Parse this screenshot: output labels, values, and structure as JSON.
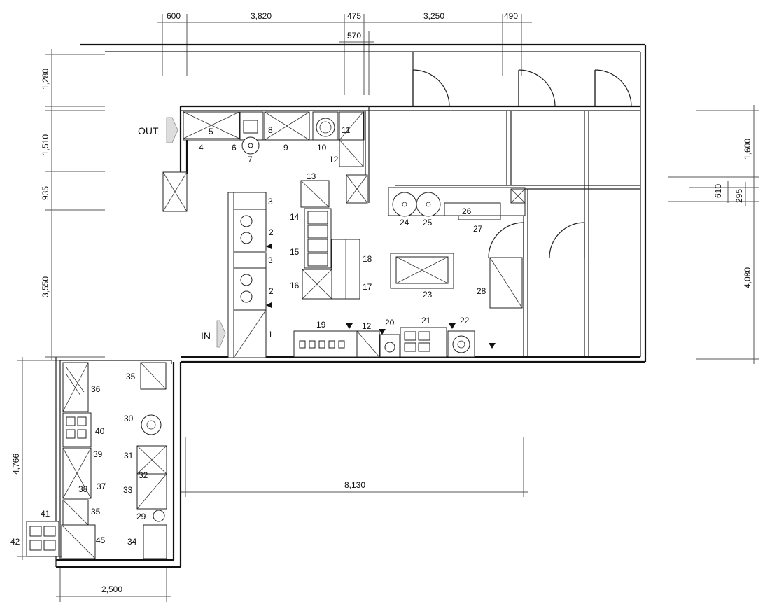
{
  "labels": {
    "out": "OUT",
    "in": "IN"
  },
  "dimensions": {
    "top": [
      "600",
      "3,820",
      "475",
      "570",
      "3,250",
      "490"
    ],
    "left": [
      "1,280",
      "1,510",
      "935",
      "3,550"
    ],
    "right": [
      "1,600",
      "610",
      "295",
      "4,080"
    ],
    "bottom_main": "8,130",
    "bottom_left": "2,500",
    "left_lower": "4,766"
  },
  "equipment_numbers": [
    "1",
    "2",
    "3",
    "4",
    "5",
    "6",
    "7",
    "8",
    "9",
    "10",
    "11",
    "12",
    "13",
    "14",
    "15",
    "16",
    "17",
    "18",
    "19",
    "20",
    "21",
    "22",
    "23",
    "24",
    "25",
    "26",
    "27",
    "28",
    "29",
    "30",
    "31",
    "32",
    "33",
    "34",
    "35",
    "36",
    "37",
    "38",
    "39",
    "40",
    "41",
    "42",
    "45"
  ]
}
